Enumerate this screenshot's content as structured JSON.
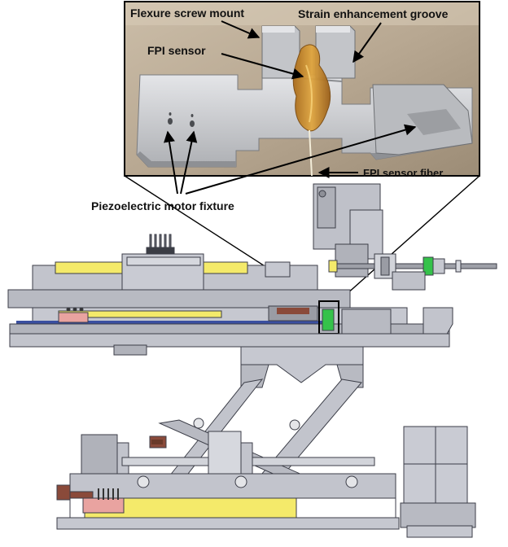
{
  "labels": {
    "flexure_screw_mount": "Flexure screw mount",
    "strain_enhancement_groove": "Strain enhancement groove",
    "fpi_sensor": "FPI sensor",
    "fpi_sensor_fiber": "FPI sensor fiber",
    "piezoelectric_motor_fixture": "Piezoelectric motor fixture"
  },
  "colors": {
    "photo_background": "#b8a892",
    "aluminum": "#c9cacc",
    "epoxy": "#c98d2c",
    "frame_gray": "#c2c4cc",
    "accent_yellow": "#f4ea6a",
    "accent_blue": "#3a4fa0",
    "accent_green": "#35c24a",
    "accent_brown": "#8a4a3a",
    "accent_pink": "#e9a3a0"
  }
}
